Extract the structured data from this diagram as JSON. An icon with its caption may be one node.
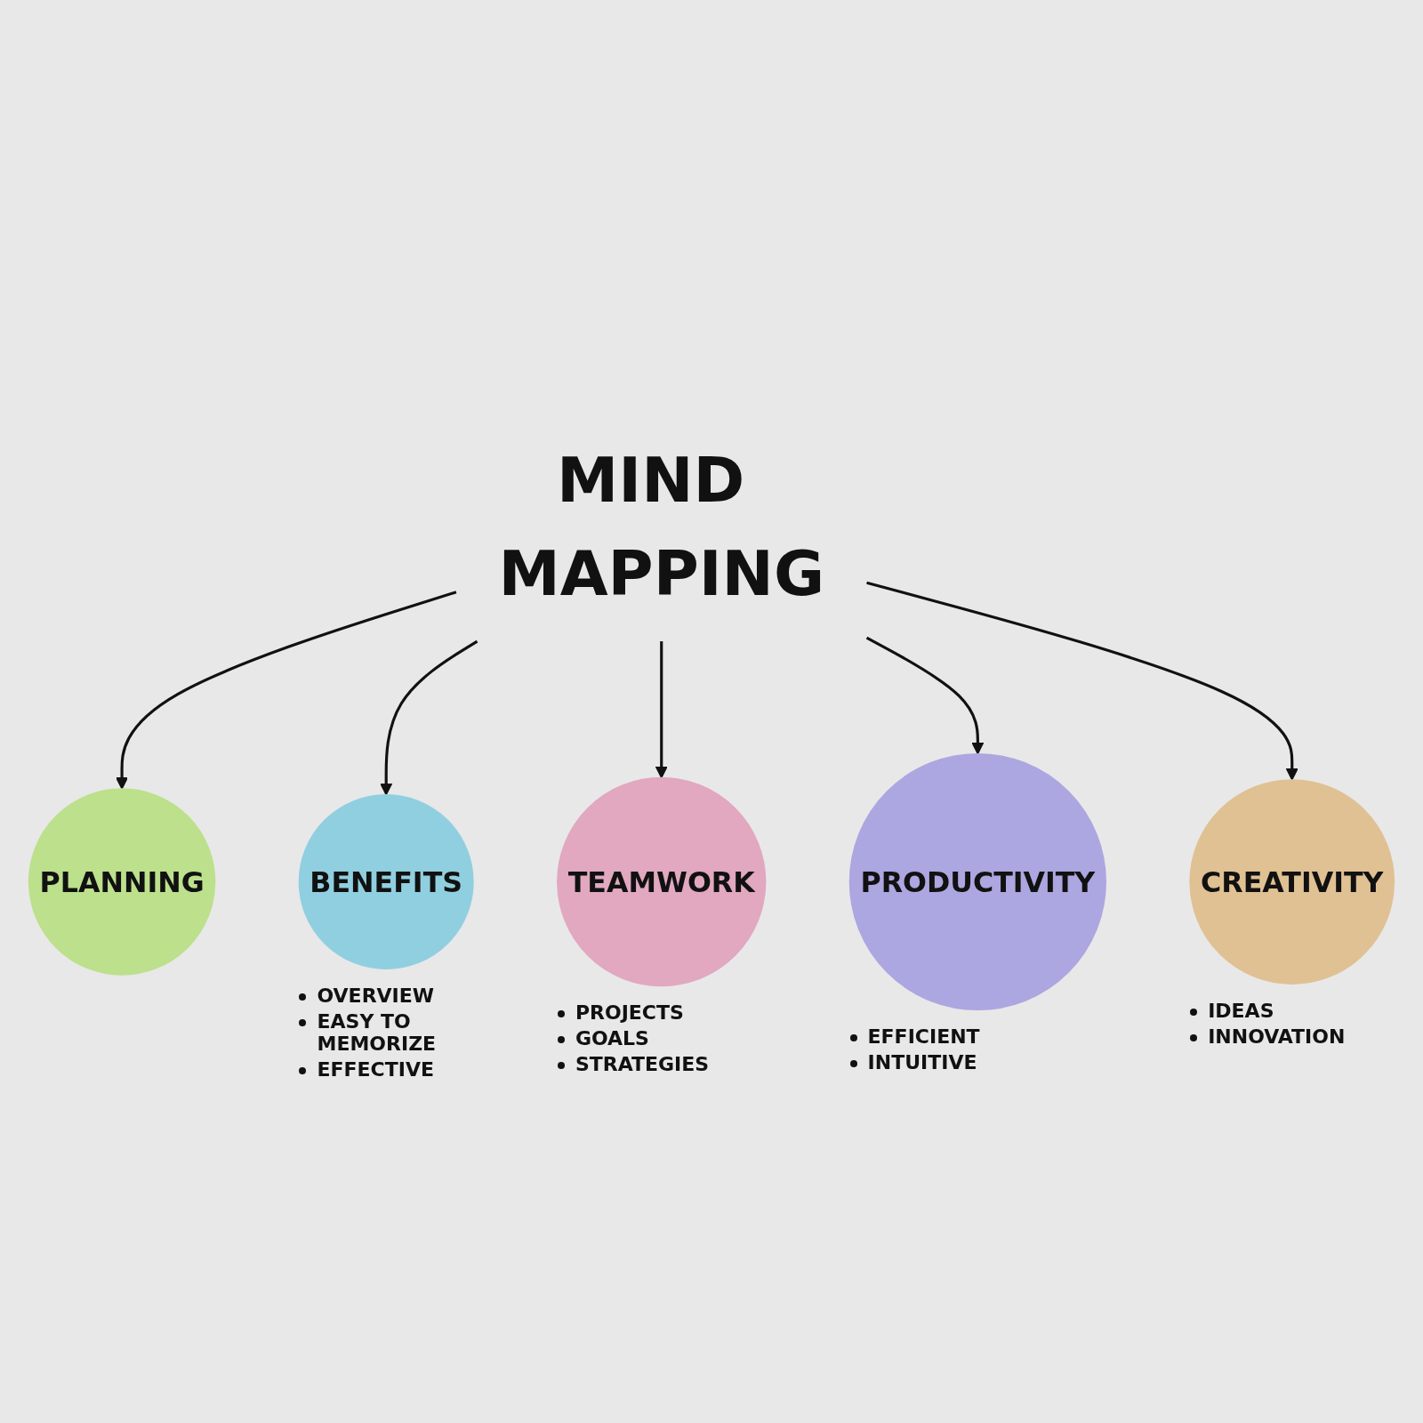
{
  "diagram": {
    "nodes": [
      {
        "text": [
          "MIND MAPPING"
        ]
      },
      {
        "text": [
          "PLANNING"
        ]
      },
      {
        "text": [
          "BENEFITS"
        ],
        "beside": [
          "OVERVIEW",
          "EASY TO MEMORIZE",
          "EFFECTIVE"
        ]
      },
      {
        "text": [
          "TEAMWORK"
        ],
        "beside": [
          "PROJECTS",
          "GOALS",
          "STRATEGIES"
        ]
      },
      {
        "text": [
          "PRODUCTIVITY"
        ],
        "beside": [
          "EFFICIENT",
          "INTUITIVE"
        ]
      },
      {
        "text": [
          "CREATIVITY"
        ],
        "beside": [
          "IDEAS",
          "INNOVATION"
        ]
      }
    ],
    "edges": [
      {
        "from": 0,
        "to": 1,
        "arrow": "to"
      },
      {
        "from": 0,
        "to": 2,
        "arrow": "to"
      },
      {
        "from": 0,
        "to": 3,
        "arrow": "to"
      },
      {
        "from": 0,
        "to": 4,
        "arrow": "to"
      },
      {
        "from": 0,
        "to": 5,
        "arrow": "to"
      }
    ]
  }
}
